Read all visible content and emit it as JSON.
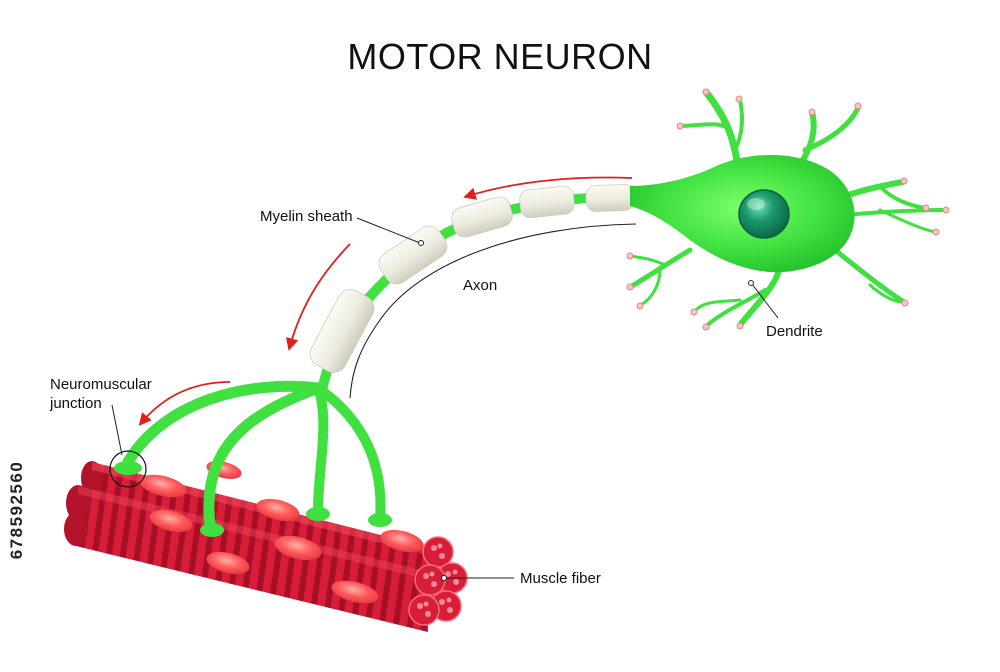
{
  "title": "MOTOR NEURON",
  "labels": {
    "myelin_sheath": "Myelin sheath",
    "axon": "Axon",
    "dendrite": "Dendrite",
    "neuromuscular_junction_line1": "Neuromuscular",
    "neuromuscular_junction_line2": "junction",
    "muscle_fiber": "Muscle fiber"
  },
  "stock_id": "678592560",
  "colors": {
    "neuron_green": "#3fe03f",
    "myelin": "#ecebe0",
    "muscle_red": "#d81d39",
    "muscle_oval": "#ff5a5a",
    "nucleus": "#1a9a6e",
    "signal_arrow": "#e0201c",
    "dendrite_tip": "#e58888"
  },
  "icons": {
    "signal_direction": "arrow-icon"
  }
}
